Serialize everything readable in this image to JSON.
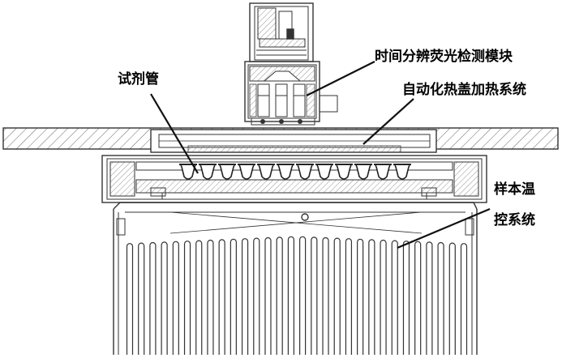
{
  "labels": {
    "reagent_tube": "试剂管",
    "trf_module": "时间分辨荧光检测模块",
    "heated_lid": "自动化热盖加热系统",
    "temp_control_line1": "样本温",
    "temp_control_line2": "控系统"
  },
  "colors": {
    "line": "#333333",
    "hatch": "#555555",
    "background": "#ffffff"
  },
  "heatsink": {
    "fin_count": 30
  },
  "tube_row": {
    "tube_count": 12
  }
}
